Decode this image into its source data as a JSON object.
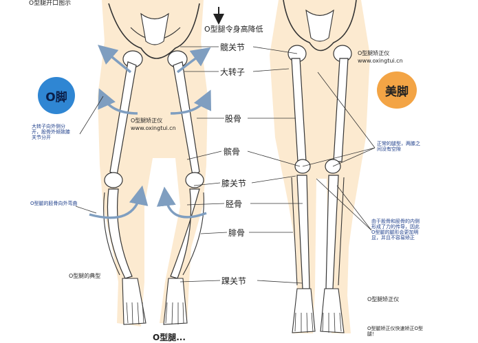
{
  "header": {
    "top_left_caption": "O型腿开口图示",
    "top_label": "O型腿令身高降低"
  },
  "badges": {
    "o_leg": "O脚",
    "beauty_leg": "美脚"
  },
  "anatomy_labels": {
    "hip_joint": "髋关节",
    "greater_trochanter": "大转子",
    "femur": "股骨",
    "patella": "髌骨",
    "knee_joint": "膝关节",
    "tibia": "胫骨",
    "fibula": "腓骨",
    "ankle_joint": "踝关节"
  },
  "notes": {
    "left_middle": "大转子向外侧分开，股骨外倾致膝关节分开",
    "left_lower": "O型腿的胫骨向外弯曲",
    "left_bottom": "O型腿的典型",
    "right_upper": "正常的腿型，两膝之间没有空隙",
    "right_lower": "由于股骨和胫骨的内侧形成了力的传导，因此O型腿的腿形会更加明显，并且不容易矫正",
    "right_bottom1": "O型腿矫正仪",
    "right_bottom2": "O型腿矫正仪快速矫正O型腿！"
  },
  "watermark": {
    "brand_mid": "O型腿矫正仪",
    "url_mid": "www.oxingtui.cn",
    "brand_right": "O型腿矫正仪",
    "url_right": "www.oxingtui.cn"
  },
  "footer": {
    "bottom_text": "O型腿..."
  },
  "colors": {
    "o_leg_badge": "#2f86d3",
    "beauty_badge": "#f3a445",
    "skin": "#fbe6c8",
    "arrow": "#7f9ec0",
    "bone_outline": "#333333"
  }
}
